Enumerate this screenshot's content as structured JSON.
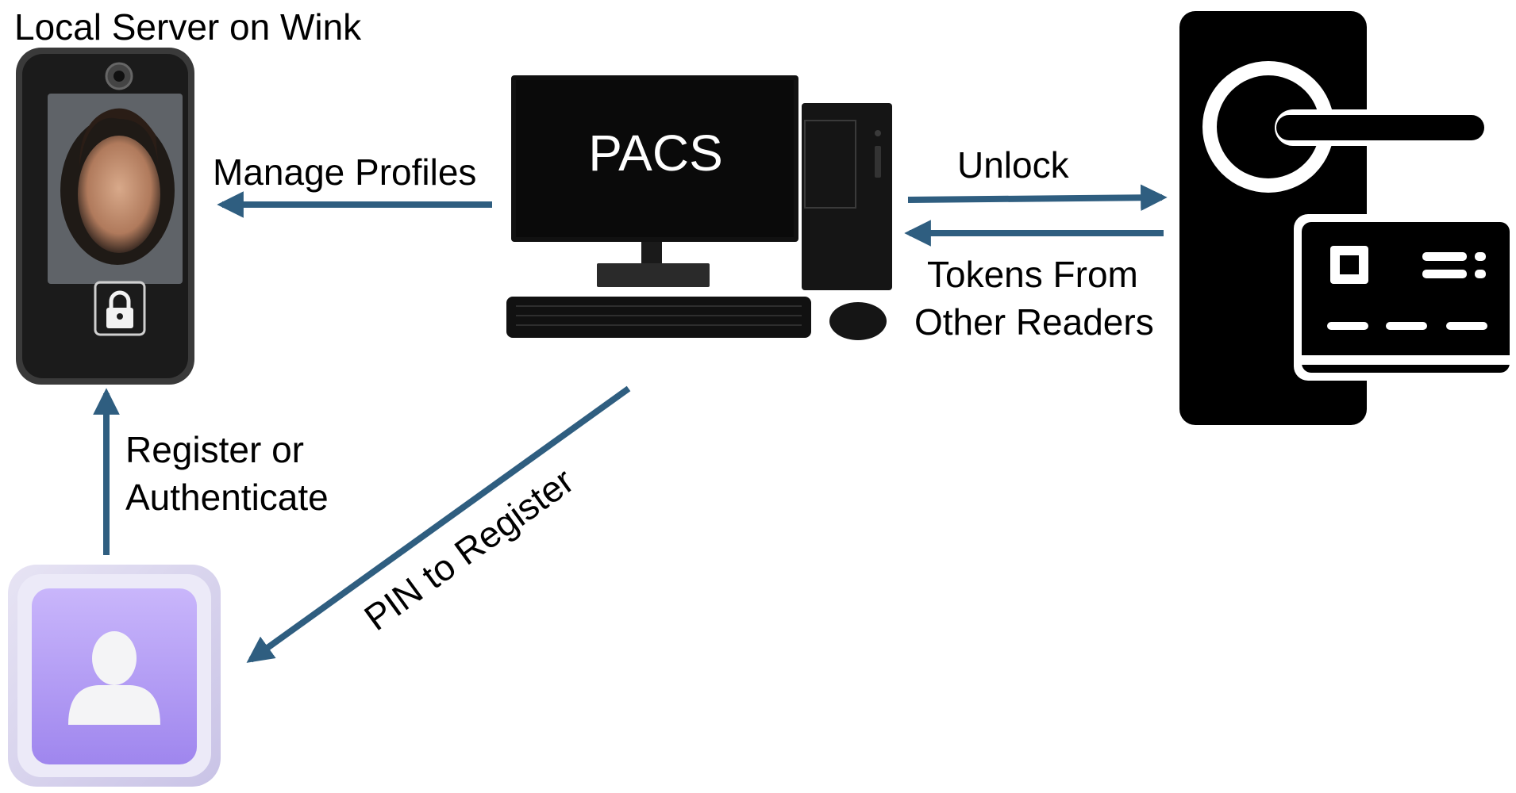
{
  "labels": {
    "local_server": "Local Server on Wink",
    "pacs": "PACS",
    "manage_profiles": "Manage Profiles",
    "unlock": "Unlock",
    "tokens_line1": "Tokens From",
    "tokens_line2": "Other Readers",
    "register_line1": "Register or",
    "register_line2": "Authenticate",
    "pin_to_register": "PIN to Register"
  },
  "colors": {
    "arrow": "#2f5e80",
    "device_frame": "#2a2a2a",
    "screen_face_bg": "#5e6266",
    "user_tile": "#b9a6f2",
    "user_tile_inner": "#9d84ec"
  },
  "icons": {
    "wink_device": "face-recognition-reader-icon",
    "lock": "lock-icon",
    "computer": "desktop-computer-icon",
    "door": "door-handle-card-reader-icon",
    "user": "user-profile-icon"
  }
}
